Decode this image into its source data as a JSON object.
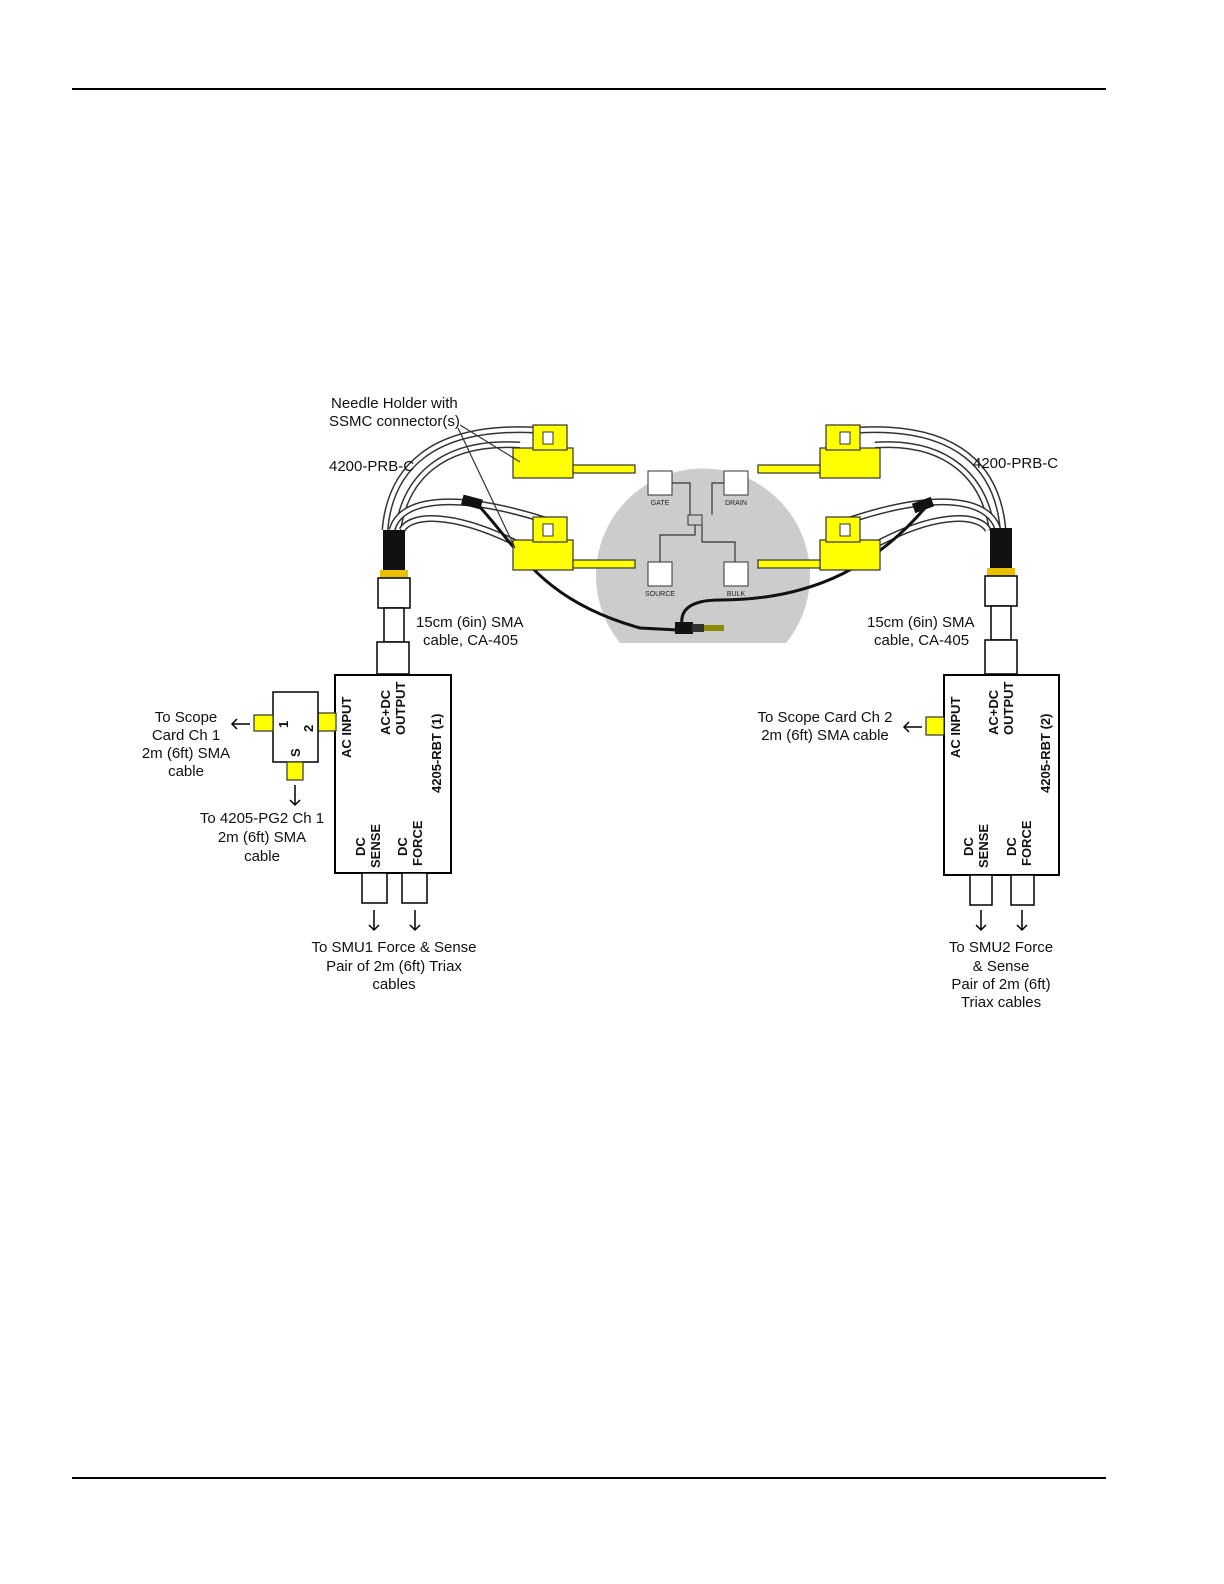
{
  "labels": {
    "needle_holder_1": "Needle Holder with",
    "needle_holder_2": "SSMC connector(s)",
    "prb_left": "4200-PRB-C",
    "prb_right": "4200-PRB-C",
    "sma_left_1": "15cm (6in) SMA",
    "sma_left_2": "cable, CA-405",
    "sma_right_1": "15cm (6in) SMA",
    "sma_right_2": "cable, CA-405",
    "scope_left_1": "To Scope",
    "scope_left_2": "Card Ch 1",
    "scope_left_3": "2m (6ft) SMA",
    "scope_left_4": "cable",
    "pg2_1": "To 4205-PG2 Ch 1",
    "pg2_2": "2m (6ft) SMA",
    "pg2_3": "cable",
    "smu1_1": "To SMU1 Force & Sense",
    "smu1_2": "Pair of 2m (6ft) Triax",
    "smu1_3": "cables",
    "scope_right_1": "To Scope Card Ch 2",
    "scope_right_2": "2m (6ft) SMA cable",
    "smu2_1": "To SMU2 Force",
    "smu2_2": "& Sense",
    "smu2_3": "Pair of 2m (6ft)",
    "smu2_4": "Triax cables"
  },
  "tee": {
    "port1": "1",
    "port2": "2",
    "portS": "S"
  },
  "rbt_left": {
    "ac_input": "AC INPUT",
    "acdc_1": "AC+DC",
    "acdc_2": "OUTPUT",
    "name": "4205-RBT (1)",
    "dc_sense_1": "DC",
    "dc_sense_2": "SENSE",
    "dc_force_1": "DC",
    "dc_force_2": "FORCE"
  },
  "rbt_right": {
    "ac_input": "AC INPUT",
    "acdc_1": "AC+DC",
    "acdc_2": "OUTPUT",
    "name": "4205-RBT (2)",
    "dc_sense_1": "DC",
    "dc_sense_2": "SENSE",
    "dc_force_1": "DC",
    "dc_force_2": "FORCE"
  },
  "pads": {
    "gate": "GATE",
    "drain": "DRAIN",
    "source": "SOURCE",
    "bulk": "BULK"
  },
  "arrow": "←",
  "colors": {
    "connector": "#ffff00",
    "wafer": "#cccccc",
    "rule": "#000000"
  }
}
